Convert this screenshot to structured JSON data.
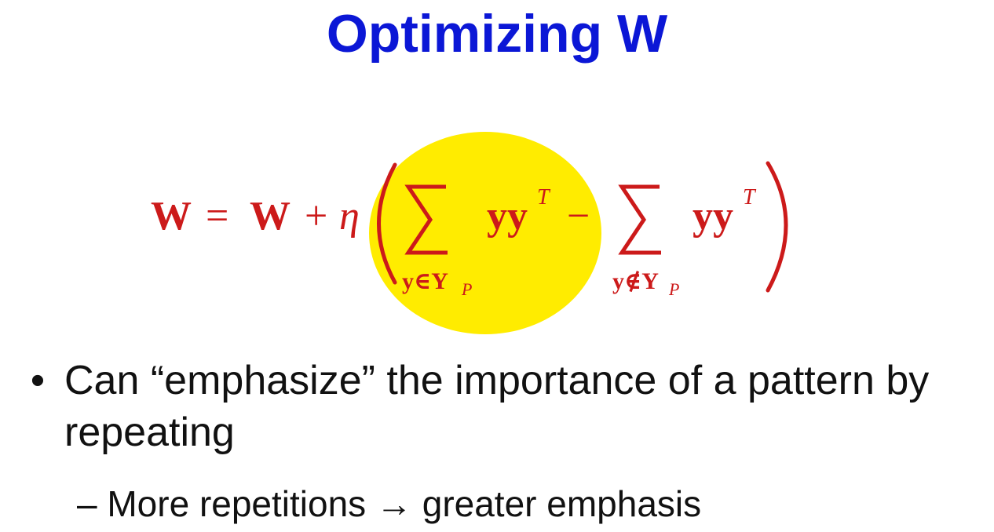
{
  "slide": {
    "title": "Optimizing W",
    "formula": {
      "lhs": "W",
      "eq": "=",
      "w": "W",
      "plus": "+",
      "eta": "η",
      "sum1_index": "y∈Y",
      "sum1_sub": "P",
      "minus": "−",
      "sum2_index": "y∉Y",
      "sum2_sub": "P",
      "term": "yy",
      "sup": "T",
      "color": "#cc1a1a"
    },
    "highlight_color": "#ffec00",
    "bullet": {
      "marker": "•",
      "text": "Can “emphasize” the importance of a pattern by repeating"
    },
    "subbullet": {
      "text": "– More repetitions → greater emphasis"
    }
  }
}
